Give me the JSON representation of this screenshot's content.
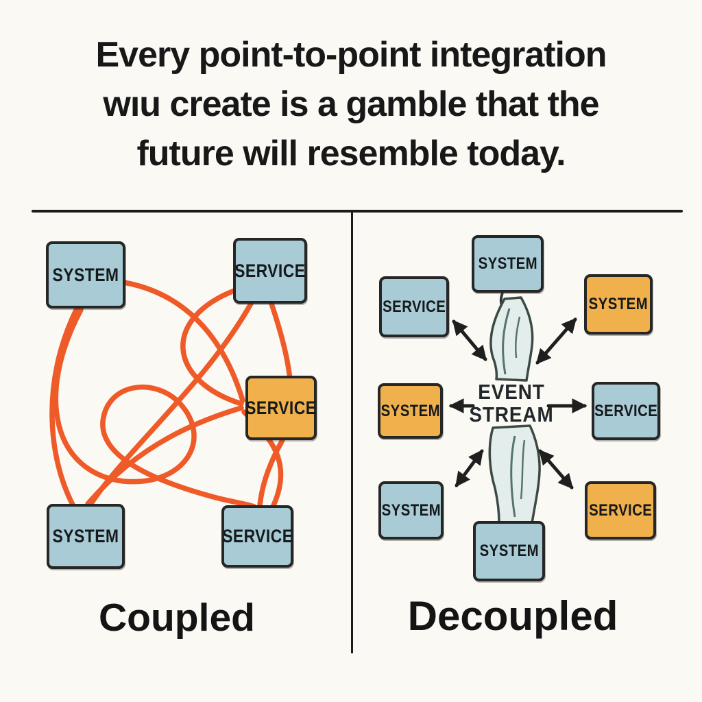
{
  "title_quote": {
    "line1": "Every point-to-point integration",
    "line2": "wıu create is a gamble that the",
    "line3": "future will resemble today."
  },
  "left_panel": {
    "caption": "Coupled",
    "connection_color": "#ee5a28",
    "boxes": {
      "top_left": {
        "label": "SYSTEM",
        "color": "#a9cbd5"
      },
      "top_right": {
        "label": "SERVICE",
        "color": "#a9cbd5"
      },
      "middle_right": {
        "label": "SERVICE",
        "color": "#f0b14c"
      },
      "bottom_left": {
        "label": "SYSTEM",
        "color": "#a9cbd5"
      },
      "bottom_right": {
        "label": "SERVICE",
        "color": "#a9cbd5"
      }
    }
  },
  "right_panel": {
    "caption": "Decoupled",
    "hub": {
      "line1": "EVENT",
      "line2": "STREAM"
    },
    "stream_fill": "#e3edeb",
    "boxes": {
      "top_center": {
        "label": "SYSTEM",
        "color": "#a9cbd5"
      },
      "upper_left": {
        "label": "SERVICE",
        "color": "#a9cbd5"
      },
      "upper_right": {
        "label": "SYSTEM",
        "color": "#f0b14c"
      },
      "middle_left": {
        "label": "SYSTEM",
        "color": "#f0b14c"
      },
      "middle_right": {
        "label": "SERVICE",
        "color": "#a9cbd5"
      },
      "lower_left": {
        "label": "SYSTEM",
        "color": "#a9cbd5"
      },
      "lower_right": {
        "label": "SERVICE",
        "color": "#f0b14c"
      },
      "bottom_center": {
        "label": "SYSTEM",
        "color": "#a9cbd5"
      }
    }
  },
  "colors": {
    "background": "#fbf9f4",
    "ink": "#1b1b1b",
    "box_blue": "#a9cbd5",
    "box_orange": "#f0b14c",
    "tangle_orange": "#ee5a28",
    "stream_fill": "#e3edeb",
    "stream_outline": "#3c4a46"
  }
}
